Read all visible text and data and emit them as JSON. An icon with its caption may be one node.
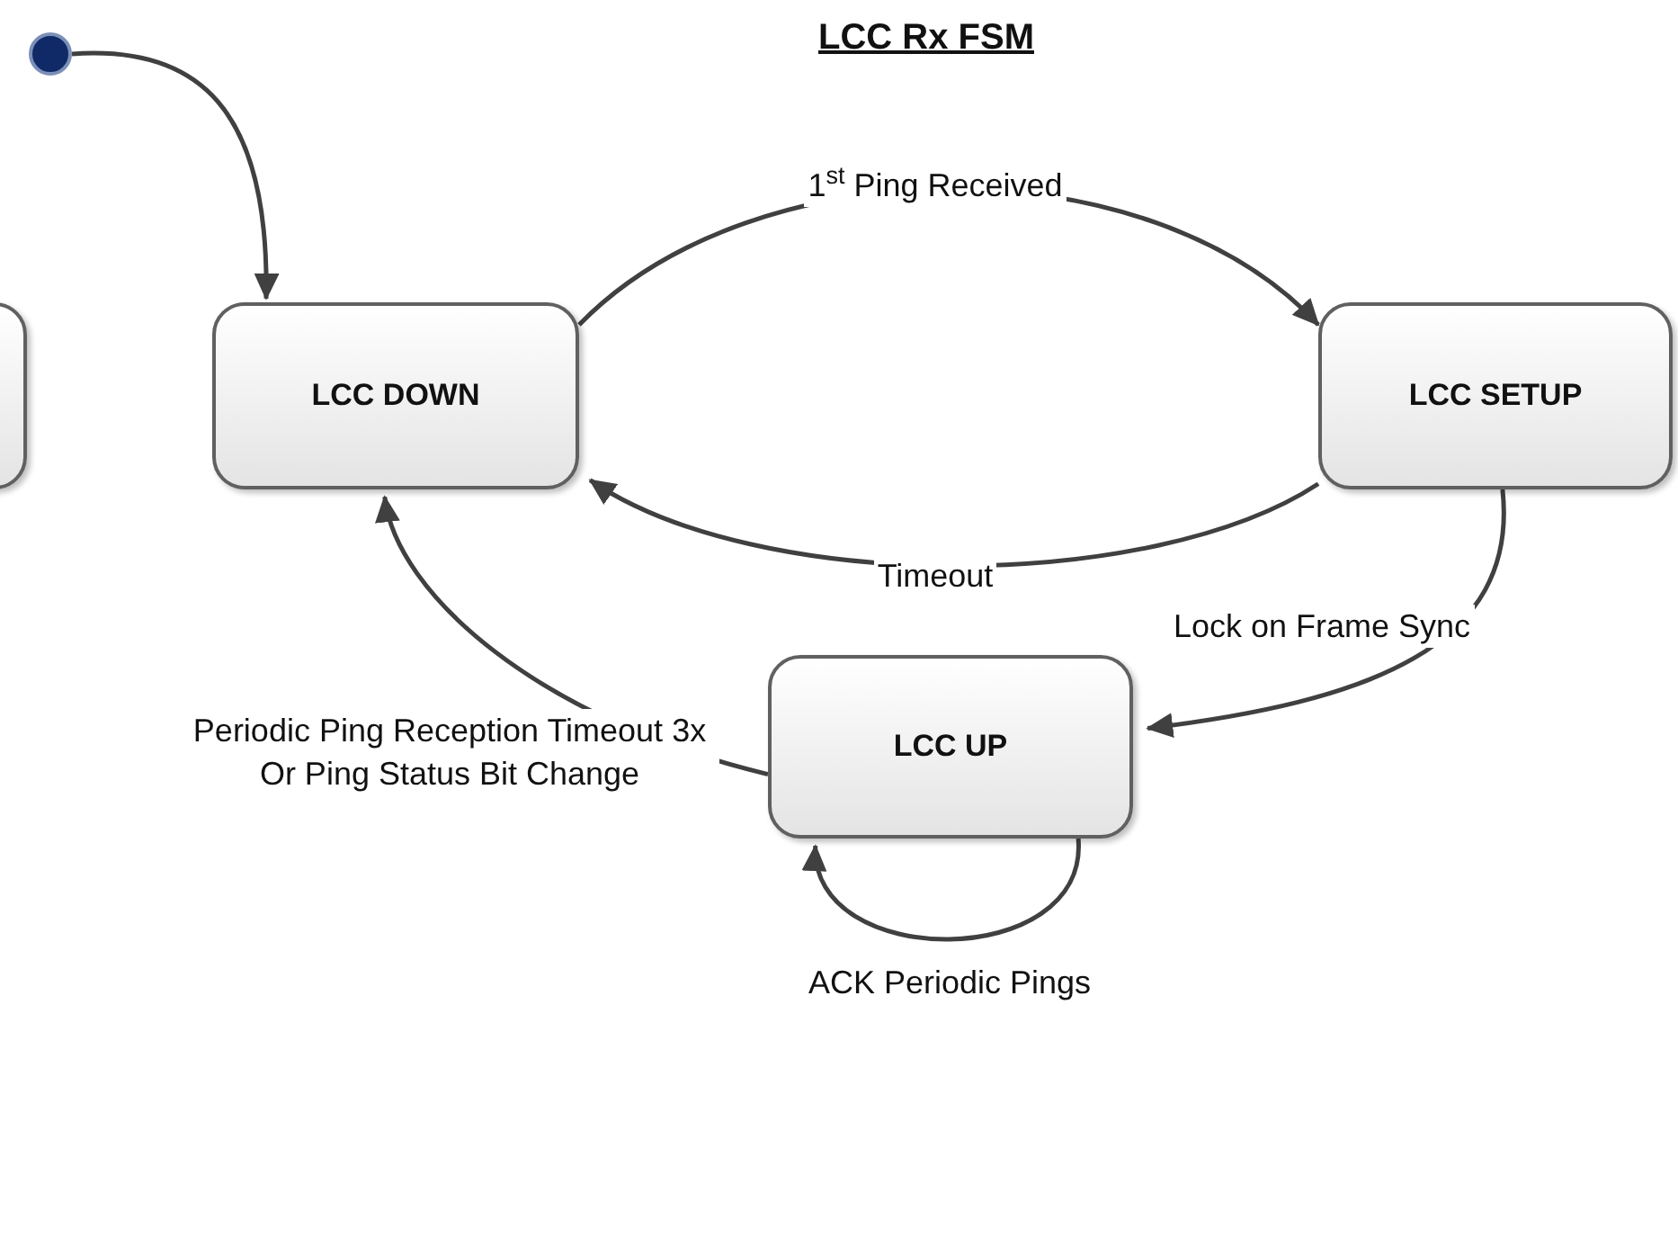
{
  "diagram": {
    "title": "LCC Rx FSM",
    "nodes": [
      {
        "text": [],
        "shape": "circle"
      },
      {
        "text": [],
        "shape": "box"
      },
      {
        "text": [
          "LCC DOWN"
        ]
      },
      {
        "text": [
          "LCC SETUP"
        ]
      },
      {
        "text": [
          "LCC UP"
        ]
      }
    ],
    "edges": [
      {
        "from": 0,
        "to": 2,
        "arrow": "to"
      },
      {
        "from": 2,
        "to": 3,
        "arrow": "to",
        "label": "1$^{st}$ Ping Received"
      },
      {
        "from": 3,
        "to": 2,
        "arrow": "to",
        "label": "Timeout"
      },
      {
        "from": 3,
        "to": 4,
        "arrow": "to",
        "label": "Lock on Frame Sync"
      },
      {
        "from": 4,
        "to": 2,
        "arrow": "to",
        "label": "Periodic Ping Reception Timeout 3x Or Ping Status Bit Change"
      },
      {
        "from": 4,
        "to": 4,
        "arrow": "to",
        "label": "ACK Periodic Pings"
      }
    ]
  }
}
